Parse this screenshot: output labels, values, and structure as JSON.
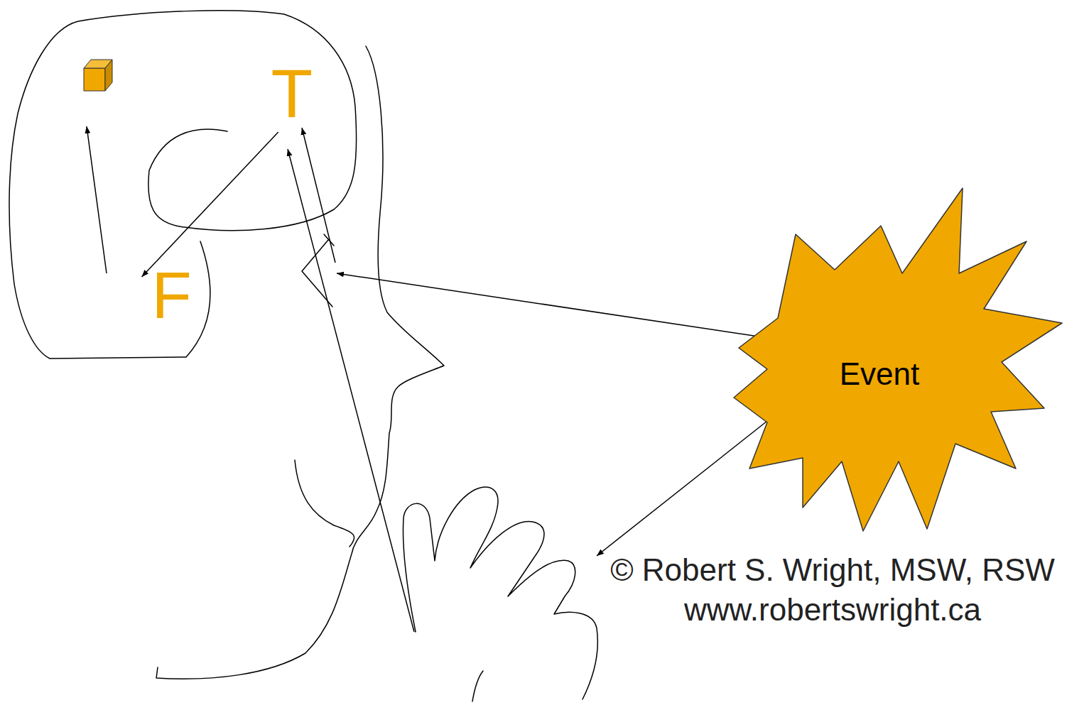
{
  "diagram": {
    "nodes": [
      {
        "text": [
          "T"
        ]
      },
      {
        "text": [
          "F"
        ]
      },
      {
        "text": [
          "Event"
        ]
      }
    ],
    "edges": [
      {
        "from": 0,
        "to": 1,
        "arrow": "to"
      }
    ],
    "labels": [
      "© Robert S. Wright, MSW, RSW",
      "www.robertswright.ca"
    ]
  }
}
